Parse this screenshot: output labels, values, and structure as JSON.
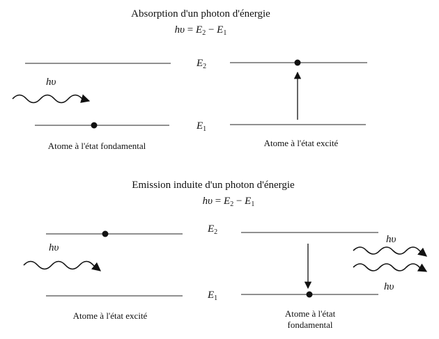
{
  "absorption": {
    "title": "Absorption d'un photon d'énergie",
    "equation": {
      "h": "h",
      "nu": "υ",
      "eq": " = ",
      "E": "E",
      "s2": "2",
      "minus": " − ",
      "s1": "1"
    },
    "photon_label": "hυ",
    "level_upper": {
      "E": "E",
      "s": "2"
    },
    "level_lower": {
      "E": "E",
      "s": "1"
    },
    "caption_left": "Atome à l'état fondamental",
    "caption_right": "Atome à l'état excité"
  },
  "emission": {
    "title": "Emission induite d'un photon d'énergie",
    "equation": {
      "h": "h",
      "nu": "υ",
      "eq": " = ",
      "E": "E",
      "s2": "2",
      "minus": " − ",
      "s1": "1"
    },
    "photon_label_in": "hυ",
    "photon_label_out_1": "hυ",
    "photon_label_out_2": "hυ",
    "level_upper": {
      "E": "E",
      "s": "2"
    },
    "level_lower": {
      "E": "E",
      "s": "1"
    },
    "caption_left": "Atome à l'état excité",
    "caption_right_1": "Atome à l'état",
    "caption_right_2": "fondamental"
  },
  "colors": {
    "ink": "#111111",
    "background": "#ffffff"
  }
}
